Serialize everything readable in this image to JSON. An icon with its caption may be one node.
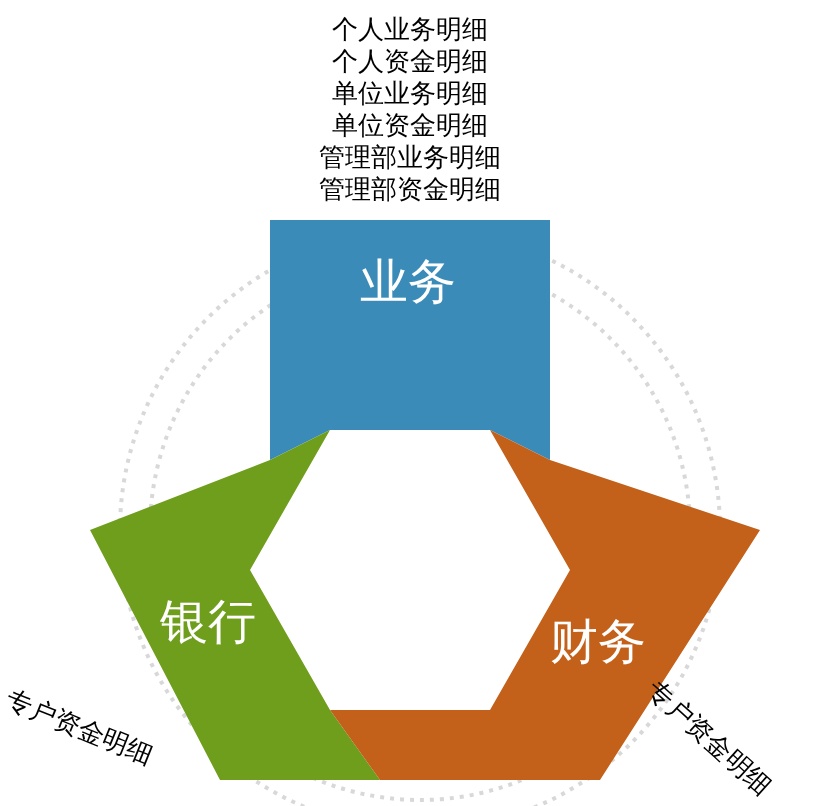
{
  "diagram": {
    "nodes": [
      {
        "text": [
          "业务"
        ],
        "beside": [
          "个人业务明细",
          "个人资金明细",
          "单位业务明细",
          "单位资金明细",
          "管理部业务明细",
          "管理部资金明细"
        ]
      },
      {
        "text": [
          "银行"
        ],
        "beside": [
          "专户资金明细"
        ]
      },
      {
        "text": [
          "财务"
        ],
        "beside": [
          "专户资金明细"
        ]
      }
    ]
  }
}
